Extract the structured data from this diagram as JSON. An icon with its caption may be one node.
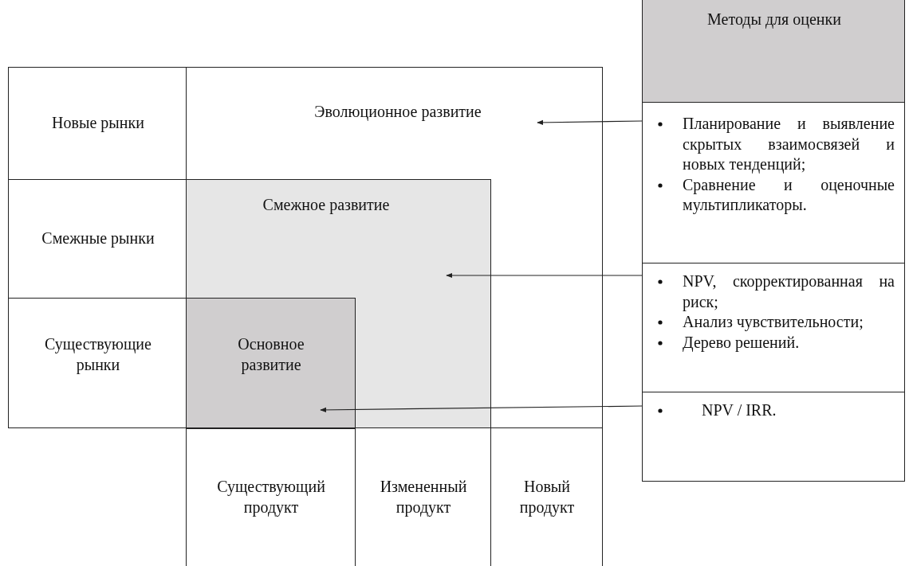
{
  "diagram": {
    "nodes": [
      {
        "text": [
          "Новые рынки"
        ]
      },
      {
        "text": [
          "Смежные рынки"
        ]
      },
      {
        "text": [
          "Существующие рынки"
        ]
      },
      {
        "text": [
          "Эволюционное развитие"
        ]
      },
      {
        "text": [
          "Смежное развитие"
        ],
        "in": 3
      },
      {
        "text": [
          "Основное развитие"
        ],
        "in": 4
      },
      {
        "text": [
          "Существующий продукт"
        ]
      },
      {
        "text": [
          "Измененный продукт"
        ]
      },
      {
        "text": [
          "Новый продукт"
        ]
      },
      {
        "text": [
          "Методы для оценки"
        ]
      },
      {
        "text": [
          "Планирование и выявление скрытых взаимосвязей и новых тенденций;",
          "Сравнение и оценочные мультипликаторы."
        ]
      },
      {
        "text": [
          "NPV, скорректированная на риск;",
          "Анализ чувствительности;",
          "Дерево решений."
        ]
      },
      {
        "text": [
          "NPV / IRR."
        ]
      }
    ],
    "edges": [
      {
        "from": 10,
        "to": 3,
        "arrow": "to"
      },
      {
        "from": 11,
        "to": 4,
        "arrow": "to"
      },
      {
        "from": 12,
        "to": 5,
        "arrow": "to"
      }
    ]
  }
}
